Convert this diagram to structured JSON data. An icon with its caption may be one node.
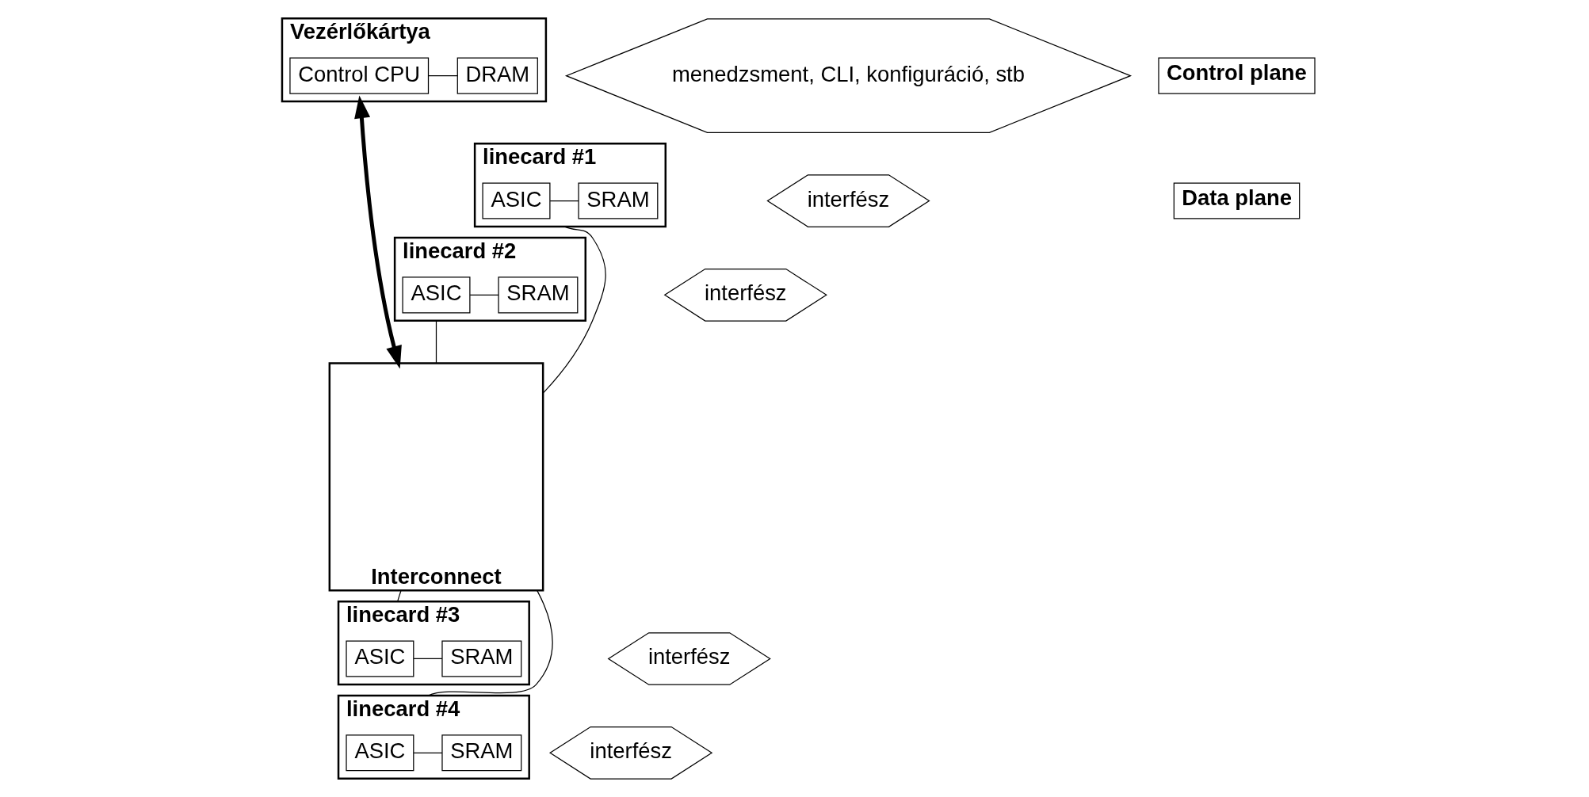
{
  "diagram": {
    "nodes": [
      {
        "text": [
          "Vezérlőkártya"
        ]
      },
      {
        "text": [
          "Control CPU"
        ],
        "in": 0
      },
      {
        "text": [
          "DRAM"
        ],
        "in": 0
      },
      {
        "text": [
          "menedzsment, CLI, konfiguráció, stb"
        ]
      },
      {
        "text": [
          "Control plane"
        ]
      },
      {
        "text": [
          "Data plane"
        ]
      },
      {
        "text": [
          "linecard #1"
        ]
      },
      {
        "text": [
          "ASIC"
        ],
        "in": 6
      },
      {
        "text": [
          "SRAM"
        ],
        "in": 6
      },
      {
        "text": [
          "interfész"
        ]
      },
      {
        "text": [
          "linecard #2"
        ]
      },
      {
        "text": [
          "ASIC"
        ],
        "in": 10
      },
      {
        "text": [
          "SRAM"
        ],
        "in": 10
      },
      {
        "text": [
          "interfész"
        ]
      },
      {
        "text": [
          "Interconnect"
        ]
      },
      {
        "text": [
          "linecard #3"
        ]
      },
      {
        "text": [
          "ASIC"
        ],
        "in": 15
      },
      {
        "text": [
          "SRAM"
        ],
        "in": 15
      },
      {
        "text": [
          "interfész"
        ]
      },
      {
        "text": [
          "linecard #4"
        ]
      },
      {
        "text": [
          "ASIC"
        ],
        "in": 19
      },
      {
        "text": [
          "SRAM"
        ],
        "in": 19
      },
      {
        "text": [
          "interfész"
        ]
      }
    ],
    "edges": [
      {
        "from": 1,
        "to": 2,
        "arrow": "none"
      },
      {
        "from": 0,
        "to": 14,
        "arrow": "both",
        "style": "thick"
      },
      {
        "from": 7,
        "to": 8,
        "arrow": "none"
      },
      {
        "from": 6,
        "to": 14,
        "arrow": "none"
      },
      {
        "from": 11,
        "to": 12,
        "arrow": "none"
      },
      {
        "from": 10,
        "to": 14,
        "arrow": "none"
      },
      {
        "from": 16,
        "to": 17,
        "arrow": "none"
      },
      {
        "from": 14,
        "to": 15,
        "arrow": "none"
      },
      {
        "from": 20,
        "to": 21,
        "arrow": "none"
      },
      {
        "from": 14,
        "to": 19,
        "arrow": "none"
      }
    ]
  }
}
